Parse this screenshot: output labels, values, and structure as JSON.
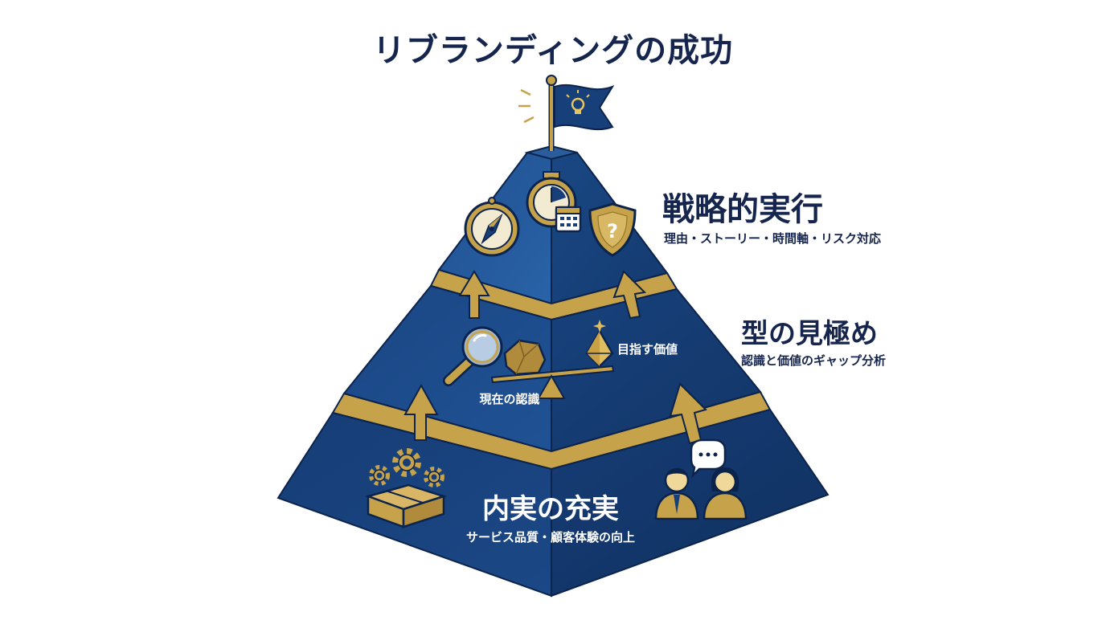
{
  "title": "リブランディングの成功",
  "levels": {
    "top": {
      "title": "戦略的実行",
      "subtitle": "理由・ストーリー・時間軸・リスク対応"
    },
    "middle": {
      "title": "型の見極め",
      "subtitle": "認識と価値のギャップ分析",
      "target_label": "目指す価値",
      "current_label": "現在の認識"
    },
    "bottom": {
      "title": "内実の充実",
      "subtitle": "サービス品質・顧客体験の向上"
    }
  },
  "icons": [
    "lightbulb-flag-icon",
    "compass-icon",
    "stopwatch-icon",
    "calendar-icon",
    "shield-question-icon",
    "magnifier-icon",
    "rock-icon",
    "diamond-icon",
    "balance-scale-icon",
    "gears-icon",
    "box-icon",
    "people-icon",
    "speech-bubble-icon"
  ],
  "colors": {
    "navy": "#173f7a",
    "navy_dark": "#0f2c5c",
    "gold": "#c6a24a",
    "title": "#15254d"
  }
}
